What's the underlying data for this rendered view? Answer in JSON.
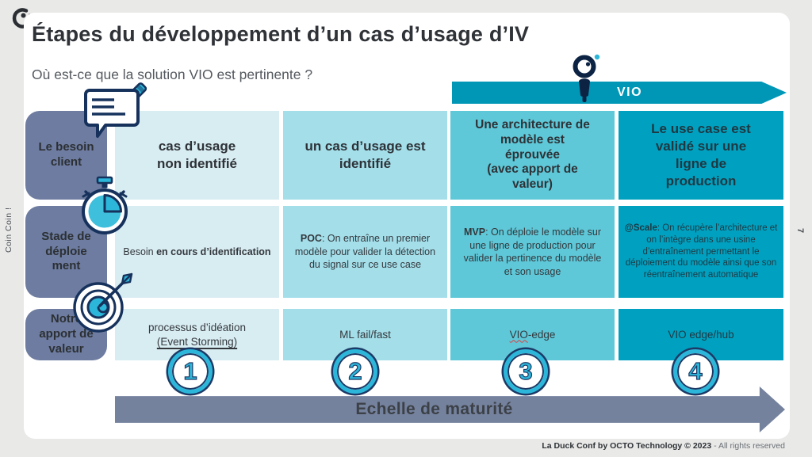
{
  "page": {
    "title": "Étapes du développement d’un cas d’usage d’IV",
    "subtitle": "Où est-ce que la solution VIO est pertinente ?",
    "side_note": "Coin Coin !",
    "page_number": "7",
    "footer": {
      "bold": "La Duck Conf by OCTO Technology  © 2023",
      "rest": " - All rights reserved"
    }
  },
  "vio_banner": {
    "label": "VIO"
  },
  "rows": {
    "besoin": {
      "label": "Le besoin\nclient"
    },
    "stade": {
      "label": "Stade de\ndéploie\nment"
    },
    "apport": {
      "label": "Notre\napport de\nvaleur"
    }
  },
  "columns": [
    {
      "number": "1",
      "besoin": "cas d’usage\nnon identifié",
      "stade": {
        "pre": "Besoin ",
        "bold": "en cours d’identification",
        "post": ""
      },
      "apport_line1": "processus d’idéation",
      "apport_line2": "(Event Storming)"
    },
    {
      "number": "2",
      "besoin": "un cas d’usage est\nidentifié",
      "stade": {
        "pre": "",
        "bold": "POC",
        "post": ": On entraîne un premier modèle pour valider la détection du signal sur ce use case"
      },
      "apport": "ML fail/fast"
    },
    {
      "number": "3",
      "besoin": "Une architecture de\nmodèle est\néprouvée\n(avec apport de\nvaleur)",
      "stade": {
        "pre": "",
        "bold": "MVP",
        "post": ": On déploie le modèle sur une ligne de production pour valider la pertinence du modèle et son usage"
      },
      "apport_mark": "VIO",
      "apport_rest": "-edge"
    },
    {
      "number": "4",
      "besoin": "Le use case est\nvalidé sur une\nligne de\nproduction",
      "stade": {
        "pre": "",
        "bold": "@Scale",
        "post": ": On récupère l’architecture et on l’intègre dans une usine d’entraînement permettant le déploiement du modèle ainsi que son réentraînement automatique"
      },
      "apport": "VIO edge/hub"
    }
  ],
  "maturity_axis": {
    "label": "Echelle de maturité"
  },
  "icons": {
    "top_left": "duck-logo-icon",
    "row_besoin": "speech-bubble-pen-icon",
    "row_stade": "stopwatch-icon",
    "row_apport": "dart-target-icon",
    "banner": "vio-pin-icon"
  },
  "colors": {
    "accent_teal": "#00a1c0",
    "light_teal": "#5ec8d8",
    "pale_teal": "#a3dee9",
    "ice_blue": "#d8edf2",
    "slate": "#6d7ca0",
    "banner_teal": "#0097b7",
    "navy": "#16325c",
    "cyan": "#2cb7da",
    "arrow_gray": "#75829e"
  }
}
